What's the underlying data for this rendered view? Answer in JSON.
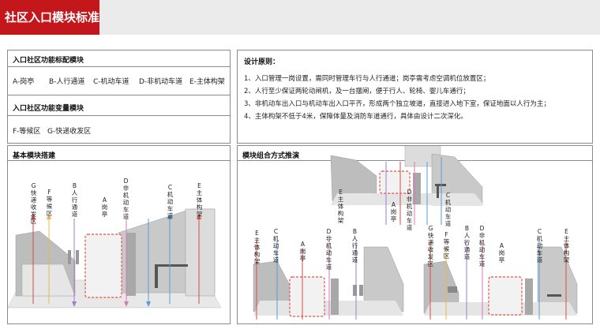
{
  "header": {
    "title": "社区入口模块标准"
  },
  "func_panel": {
    "title1": "入口社区功能标配模块",
    "items": [
      "A-岗亭",
      "B-人行通道",
      "C-机动车道",
      "D-非机动车道",
      "E-主体构架"
    ],
    "title2": "入口社区功能变量模块",
    "variable_items": [
      "F-等候区",
      "G-快递收发区"
    ]
  },
  "basic_panel": {
    "title": "基本模块搭建",
    "labels": [
      "G快递收发区",
      "F等候区",
      "B人行通道",
      "A岗亭",
      "D非机动车道",
      "C机动车道",
      "E主体构架"
    ]
  },
  "principle_panel": {
    "title": "设计原则：",
    "items": [
      "1、入口管理一岗设置，需同时管理车行与人行通道；岗亭需考虑空调机位放置区；",
      "2、人行至少保证两轮动闸机，及一台摆闸，便于行人、轮椅、婴儿车通行；",
      "3、非机动车出入口与机动车出入口平齐，形成两个独立坡道，直接进入地下室，保证地面以人行为主；",
      "4、主体构架不低于4米，保障体量及消防车道通行，具体由设计二次深化。"
    ]
  },
  "combo_panel": {
    "title": "模块组合方式推演",
    "top_labels": [
      "E主体构架",
      "A岗亭",
      "D非机动车道",
      "C机动车道"
    ],
    "left_labels": [
      "E主体构架",
      "C机动车道",
      "A岗亭",
      "D非机动车道",
      "B人行通道"
    ],
    "right_labels": [
      "G快递收发区",
      "F等候区",
      "B人行通道",
      "D非机动车道",
      "A岗亭",
      "C机动车道",
      "E主体构架"
    ]
  },
  "colors": {
    "brand_red": "#c4171c",
    "booth_red": "#e0524f",
    "arrow_red": "#d94a45",
    "arrow_orange": "#e7b84c",
    "arrow_purple": "#9d7ec9",
    "arrow_pink": "#d77ab5",
    "arrow_blue": "#5b9bd5"
  }
}
